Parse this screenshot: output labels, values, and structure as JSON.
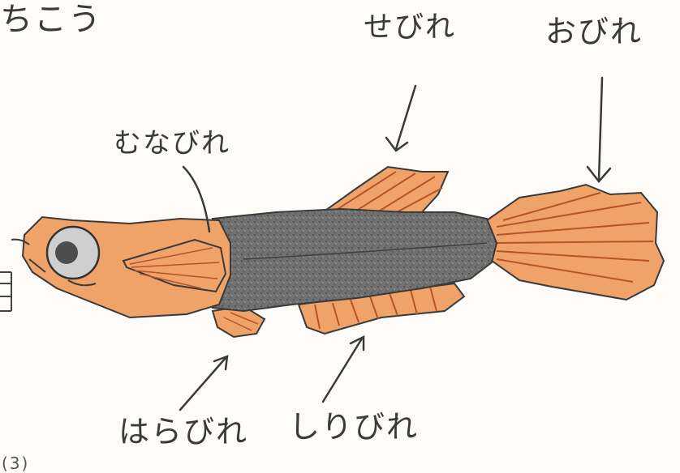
{
  "labels": {
    "corner": "ちこう",
    "sebire": "せびれ",
    "obire": "おびれ",
    "munabire": "むなびれ",
    "harabire": "はらびれ",
    "shiribire": "しりびれ",
    "bottom_fragment": "(3)"
  },
  "colors": {
    "fin": "#f0a368",
    "fin_stripe": "#b5532a",
    "body": "#6a6a6a",
    "outline": "#3a3a3a",
    "paper": "#fdfcf8"
  }
}
